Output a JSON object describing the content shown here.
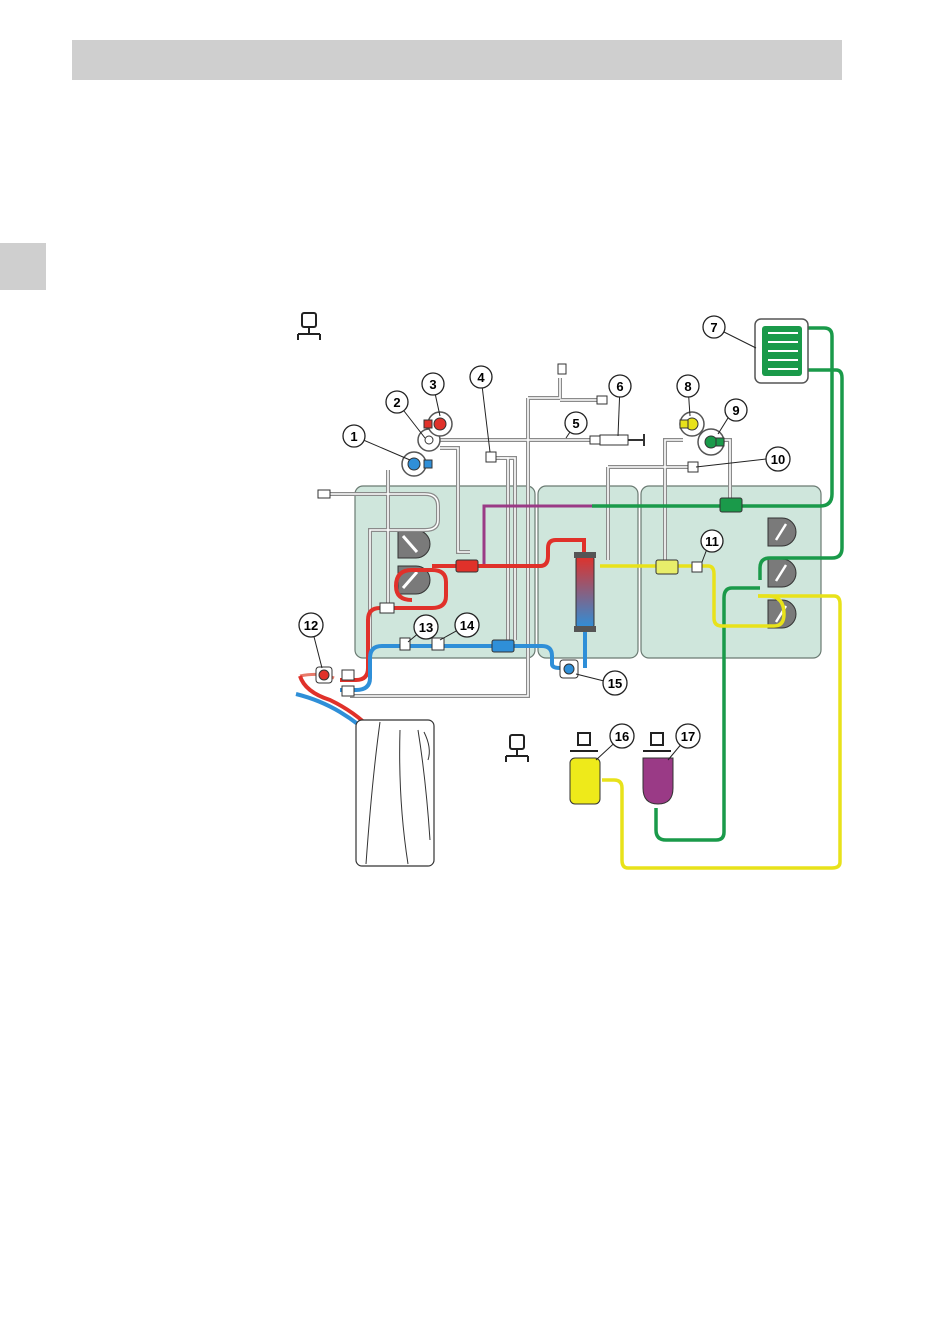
{
  "header": {
    "title": ""
  },
  "diagram": {
    "callouts": [
      {
        "label": "1"
      },
      {
        "label": "2"
      },
      {
        "label": "3"
      },
      {
        "label": "4"
      },
      {
        "label": "5"
      },
      {
        "label": "6"
      },
      {
        "label": "7"
      },
      {
        "label": "8"
      },
      {
        "label": "9"
      },
      {
        "label": "10"
      },
      {
        "label": "11"
      },
      {
        "label": "12"
      },
      {
        "label": "13"
      },
      {
        "label": "14"
      },
      {
        "label": "15"
      },
      {
        "label": "16"
      },
      {
        "label": "17"
      }
    ],
    "line_colors": {
      "arterial": "#e0312a",
      "venous": "#2f8fd8",
      "effluent": "#e8e21a",
      "dialysate": "#1a9a4a",
      "replacement": "#9a3a86",
      "panel": "#cfe6dc"
    }
  }
}
